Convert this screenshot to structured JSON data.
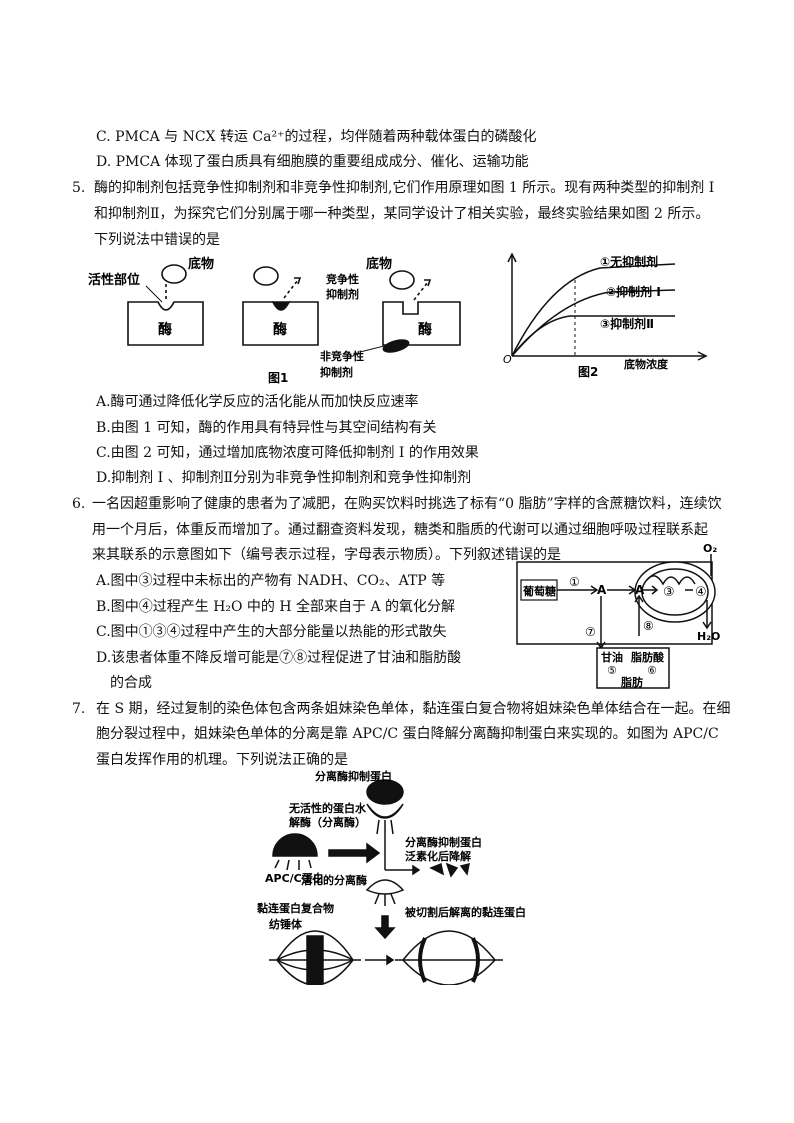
{
  "q4": {
    "optC": "C. PMCA  与 NCX 转运  Ca²⁺的过程，均伴随着两种载体蛋白的磷酸化",
    "optD": "D. PMCA 体现了蛋白质具有细胞膜的重要组成成分、催化、运输功能"
  },
  "q5": {
    "num": "5.",
    "stem1": "酶的抑制剂包括竞争性抑制剂和非竞争性抑制剂,它们作用原理如图 1 所示。现有两种类型的抑制剂 I",
    "stem2": "和抑制剂Ⅱ，为探究它们分别属于哪一种类型，某同学设计了相关实验，最终实验结果如图 2 所示。",
    "stem3": "下列说法中错误的是",
    "fig1": {
      "substrate1": "底物",
      "substrate2": "底物",
      "active_site": "活性部位",
      "competitive": "竞争性",
      "competitive2": "抑制剂",
      "noncompetitive": "非竞争性",
      "noncompetitive2": "抑制剂",
      "enzyme": "酶",
      "caption": "图1"
    },
    "fig2": {
      "curve1": "①无抑制剂",
      "curve2": "②抑制剂 I",
      "curve3": "③抑制剂Ⅱ",
      "origin": "O",
      "xlabel": "底物浓度",
      "caption": "图2"
    },
    "optA": "A.酶可通过降低化学反应的活化能从而加快反应速率",
    "optB": "B.由图 1 可知，酶的作用具有特异性与其空间结构有关",
    "optC": "C.由图 2 可知，通过增加底物浓度可降低抑制剂 I 的作用效果",
    "optD": "D.抑制剂 I 、抑制剂Ⅱ分别为非竞争性抑制剂和竞争性抑制剂"
  },
  "q6": {
    "num": "6.",
    "stem1": "一名因超重影响了健康的患者为了减肥，在购买饮料时挑选了标有“0 脂肪”字样的含蔗糖饮料，连续饮",
    "stem2": "用一个月后，体重反而增加了。通过翻查资料发现，糖类和脂质的代谢可以通过细胞呼吸过程联系起",
    "stem3": "来其联系的示意图如下（编号表示过程，字母表示物质）。下列叙述错误的是",
    "optA": "A.图中③过程中未标出的产物有 NADH、CO₂、ATP 等",
    "optB": "B.图中④过程产生  H₂O 中的 H 全部来自于  A  的氧化分解",
    "optC": "C.图中①③④过程中产生的大部分能量以热能的形式散失",
    "optD1": "D.该患者体重不降反增可能是⑦⑧过程促进了甘油和脂肪酸",
    "optD2": "的合成",
    "fig": {
      "glucose": "葡萄糖",
      "n1": "①",
      "a1": "A",
      "a2": "A",
      "n3": "③",
      "n4": "④",
      "o2": "O₂",
      "h2o": "H₂O",
      "n7": "⑦",
      "n8": "⑧",
      "glycerol": "甘油",
      "fattyacid": "脂肪酸",
      "n5": "⑤",
      "n6": "⑥",
      "fat": "脂肪"
    }
  },
  "q7": {
    "num": "7.",
    "stem1": "在 S 期，经过复制的染色体包含两条姐妹染色单体，黏连蛋白复合物将姐妹染色单体结合在一起。在细",
    "stem2": "胞分裂过程中，姐妹染色单体的分离是靠 APC/C 蛋白降解分离酶抑制蛋白来实现的。如图为 APC/C",
    "stem3": "蛋白发挥作用的机理。下列说法正确的是",
    "fig": {
      "inhibitor": "分离酶抑制蛋白",
      "inactive1": "无活性的蛋白水",
      "inactive2": "解酶（分离酶）",
      "degrade1": "分离酶抑制蛋白",
      "degrade2": "泛素化后降解",
      "apcc": "APC/C蛋白",
      "activated": "活化的分离酶",
      "cohesin": "黏连蛋白复合物",
      "spindle": "纺锤体",
      "cleaved": "被切割后解离的黏连蛋白"
    }
  }
}
